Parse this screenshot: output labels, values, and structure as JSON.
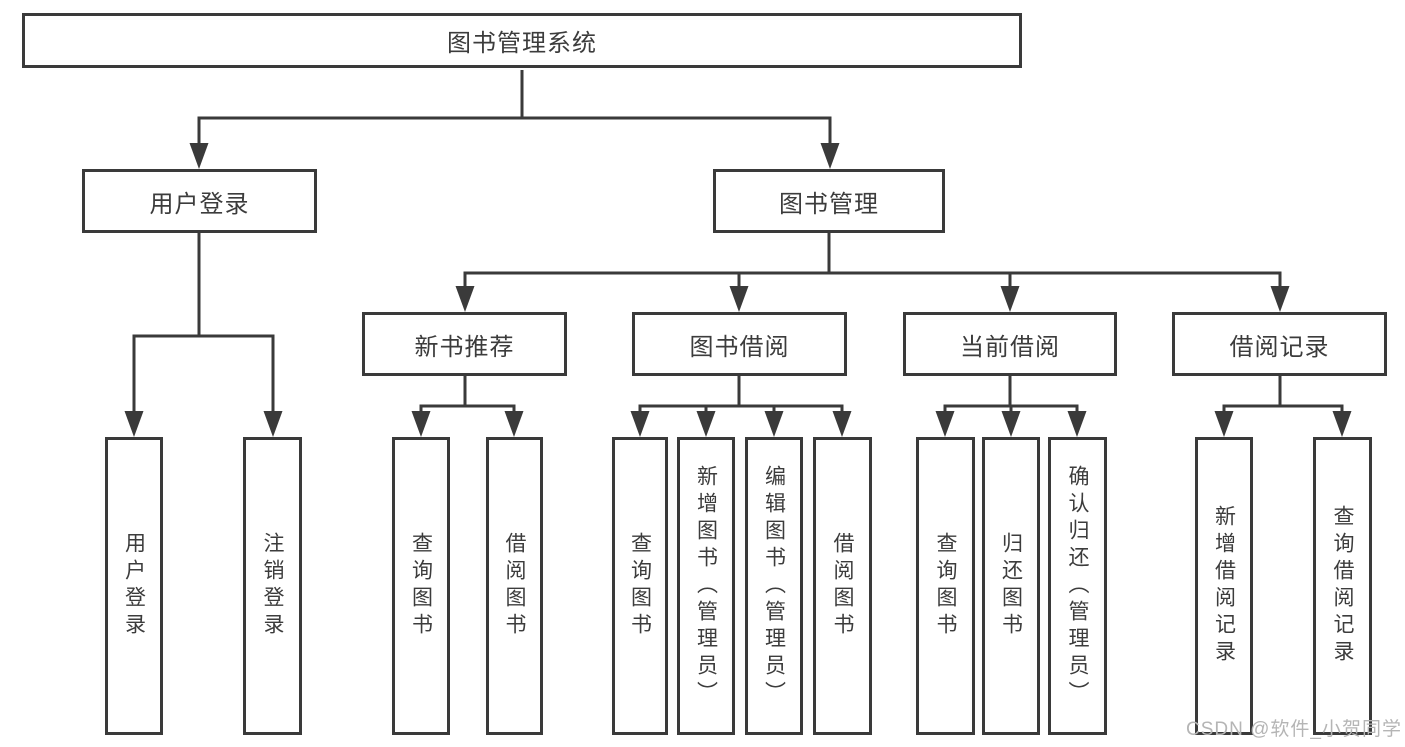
{
  "tree": {
    "root": "图书管理系统",
    "level2": [
      "用户登录",
      "图书管理"
    ],
    "level3": [
      "新书推荐",
      "图书借阅",
      "当前借阅",
      "借阅记录"
    ],
    "leaves_user_login": [
      "用户登录",
      "注销登录"
    ],
    "leaves_new_book": [
      "查询图书",
      "借阅图书"
    ],
    "leaves_book_borrow": [
      "查询图书",
      "新增图书（管理员）",
      "编辑图书（管理员）",
      "借阅图书"
    ],
    "leaves_current_borrow": [
      "查询图书",
      "归还图书",
      "确认归还（管理员）"
    ],
    "leaves_borrow_records": [
      "新增借阅记录",
      "查询借阅记录"
    ]
  },
  "watermark": "CSDN @软件_小贺同学",
  "colors": {
    "line": "#3a3a3a",
    "text": "#3c3c3c",
    "watermark": "#b5b5b5",
    "background": "#ffffff"
  }
}
